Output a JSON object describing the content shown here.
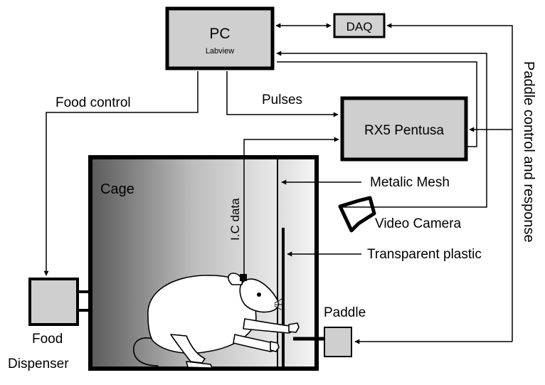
{
  "pc": {
    "title": "PC",
    "subtitle": "Labview"
  },
  "daq": {
    "label": "DAQ"
  },
  "rx5": {
    "label": "RX5 Pentusa"
  },
  "cage": {
    "label": "Cage"
  },
  "food_dispenser": {
    "line1": "Food",
    "line2": "Dispenser"
  },
  "labels": {
    "food_control": "Food control",
    "pulses": "Pulses",
    "ic_data": "I.C data",
    "metalic_mesh": "Metalic Mesh",
    "video_camera": "Video Camera",
    "transparent_plastic": "Transparent plastic",
    "paddle": "Paddle",
    "paddle_control": "Paddle control and response"
  }
}
